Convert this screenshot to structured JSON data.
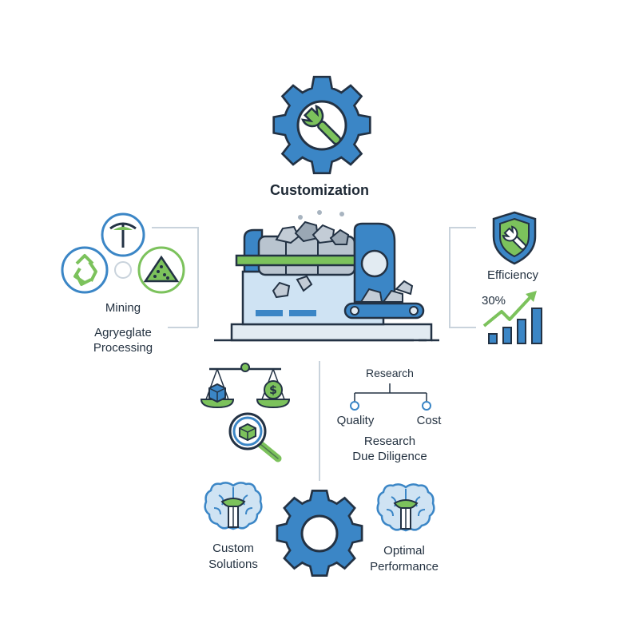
{
  "top": {
    "title": "Customization"
  },
  "left": {
    "label1": "Mining",
    "label2_line1": "Agryeglate",
    "label2_line2": "Processing"
  },
  "right": {
    "label": "Efficiency",
    "percent": "30%"
  },
  "research": {
    "title": "Research",
    "branch_left": "Quality",
    "branch_right": "Cost",
    "sub_line1": "Research",
    "sub_line2": "Due Diligence"
  },
  "bottom": {
    "left_line1": "Custom",
    "left_line2": "Solutions",
    "right_line1": "Optimal",
    "right_line2": "Performance"
  },
  "colors": {
    "blue": "#3b86c6",
    "green": "#7cc25c",
    "outline": "#233244",
    "light_blue": "#cfe3f3",
    "grey": "#c9d3dc"
  },
  "icons": [
    "gear-wrench-icon",
    "pickaxe-icon",
    "recycle-icon",
    "rock-pile-icon",
    "crusher-machine-icon",
    "shield-wrench-icon",
    "growth-chart-icon",
    "balance-scale-icon",
    "magnifier-box-icon",
    "brain-icon",
    "gear-icon"
  ]
}
